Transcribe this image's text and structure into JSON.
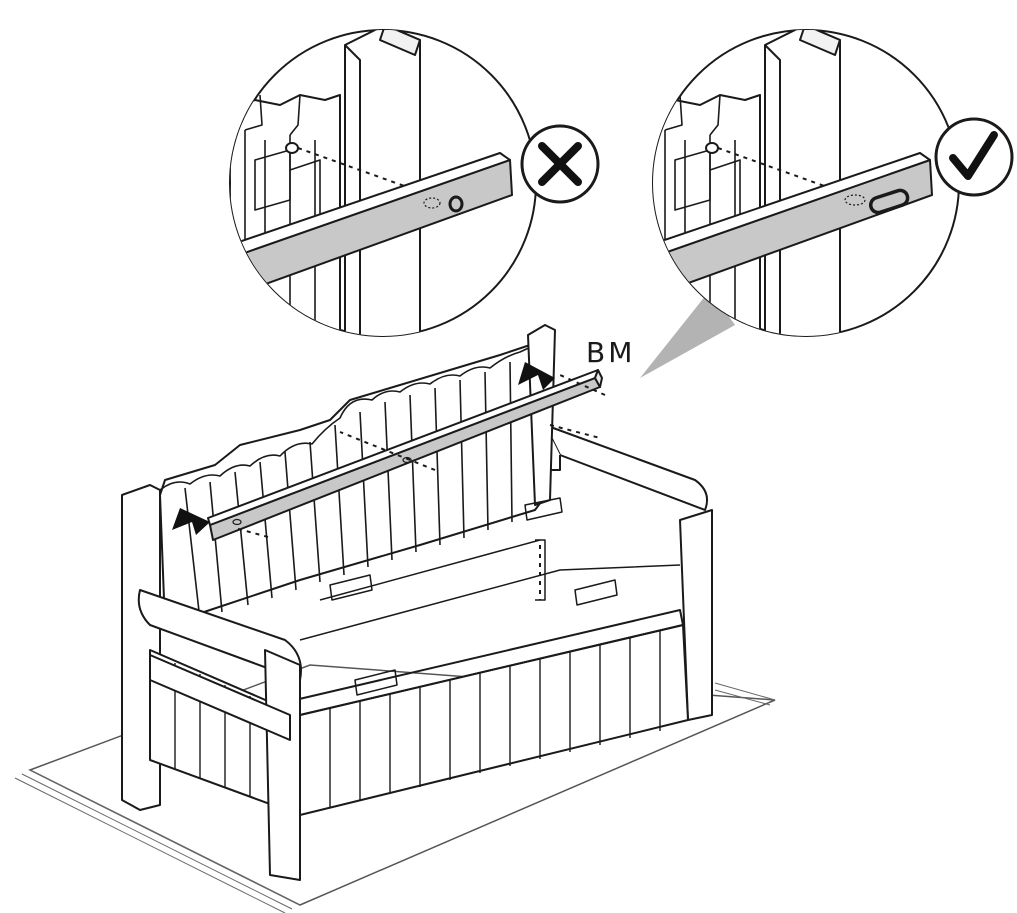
{
  "diagram": {
    "part_label": "BM",
    "callout_incorrect": {
      "icon": "cross-mark-icon",
      "meaning": "incorrect"
    },
    "callout_correct": {
      "icon": "check-mark-icon",
      "meaning": "correct"
    }
  },
  "colors": {
    "line": "#1a1a1a",
    "rail_fill": "#c8c8c8",
    "callout_wedge": "#b3b3b3",
    "ground": "#555555"
  }
}
